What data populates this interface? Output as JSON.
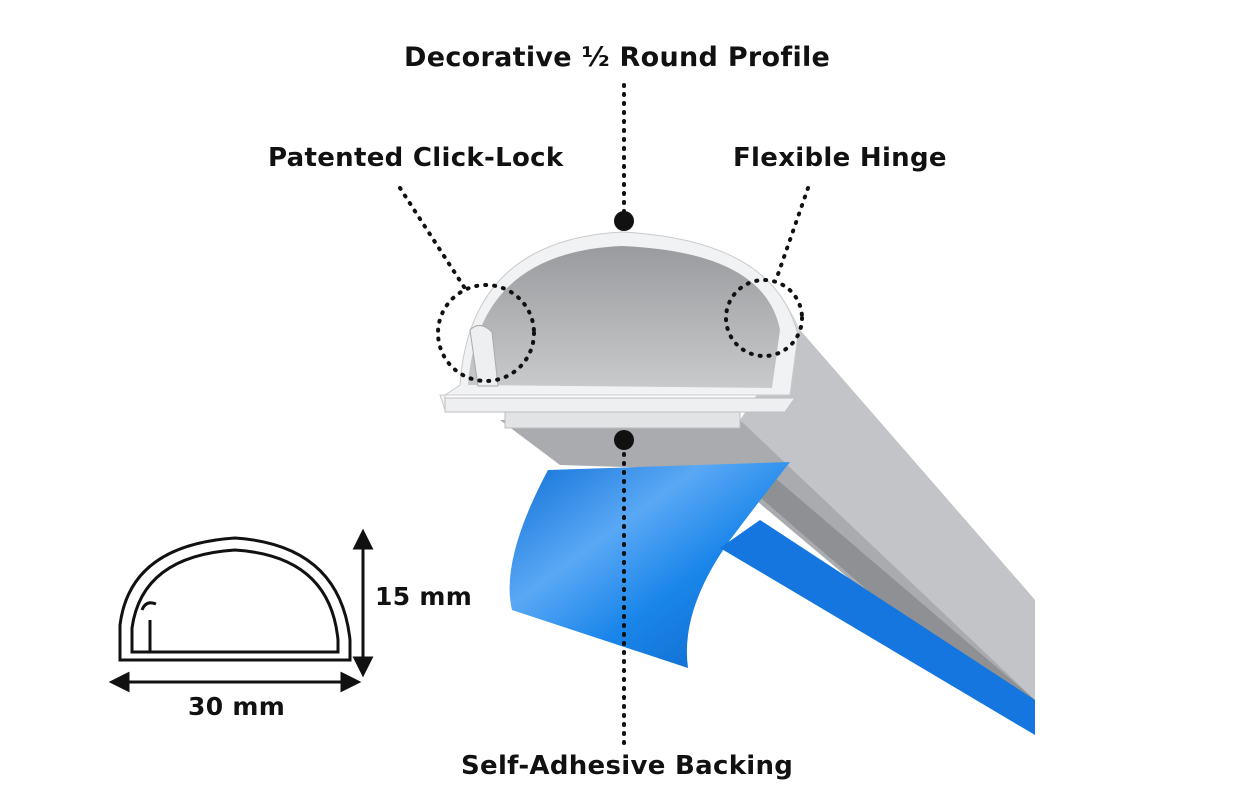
{
  "labels": {
    "profile": "Decorative ½ Round Profile",
    "click_lock": "Patented Click-Lock",
    "hinge": "Flexible Hinge",
    "backing": "Self-Adhesive Backing",
    "height": "15 mm",
    "width": "30 mm"
  },
  "colors": {
    "tape": "#1a7fe0",
    "raceway": "#d9dadc",
    "text": "#111111"
  }
}
